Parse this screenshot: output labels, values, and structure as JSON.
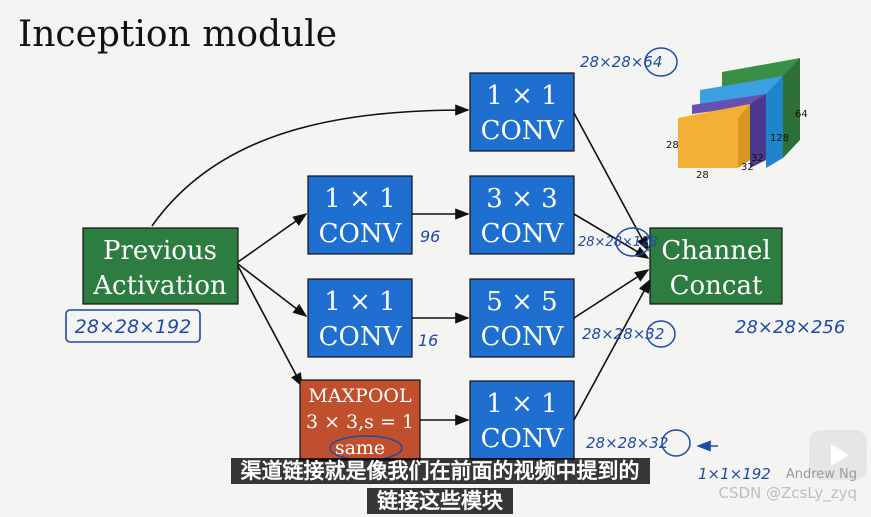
{
  "slide": {
    "title": "Inception module"
  },
  "nodes": {
    "previous": [
      "Previous",
      "Activation"
    ],
    "conv1x1_top": [
      "1 × 1",
      "CONV"
    ],
    "conv1x1_a": [
      "1 × 1",
      "CONV"
    ],
    "conv3x3": [
      "3 × 3",
      "CONV"
    ],
    "conv1x1_b": [
      "1 × 1",
      "CONV"
    ],
    "conv5x5": [
      "5 × 5",
      "CONV"
    ],
    "maxpool": [
      "MAXPOOL",
      "3 × 3,s = 1",
      "same"
    ],
    "conv1x1_pool": [
      "1 × 1",
      "CONV"
    ],
    "concat": [
      "Channel",
      "Concat"
    ]
  },
  "annotations": {
    "input_dims": "28×28×192",
    "top_out": "28×28×64",
    "mid_96": "96",
    "out_128": "28×28×128",
    "mid_16": "16",
    "out_32": "28×28×32",
    "pool_out": "28×28×32",
    "pool_conv": "1×1×192",
    "concat_out": "28×28×256"
  },
  "volume_labels": {
    "h": "28",
    "w": "28",
    "c64": "64",
    "c128": "128",
    "c32a": "32",
    "c32b": "32"
  },
  "colors": {
    "conv_blue": "#1f6fd1",
    "green": "#2e7d40",
    "maxpool_red": "#c0502d",
    "ink": "#1f4aa8",
    "cube_yellow": "#f2b134",
    "cube_purple": "#6a4fb3",
    "cube_blue": "#3aa0e0",
    "cube_green": "#3a8f47"
  },
  "subtitles": [
    "渠道链接就是像我们在前面的视频中提到的",
    "链接这些模块"
  ],
  "watermark": "CSDN @ZcsLy_zyq",
  "speaker": "Andrew Ng"
}
